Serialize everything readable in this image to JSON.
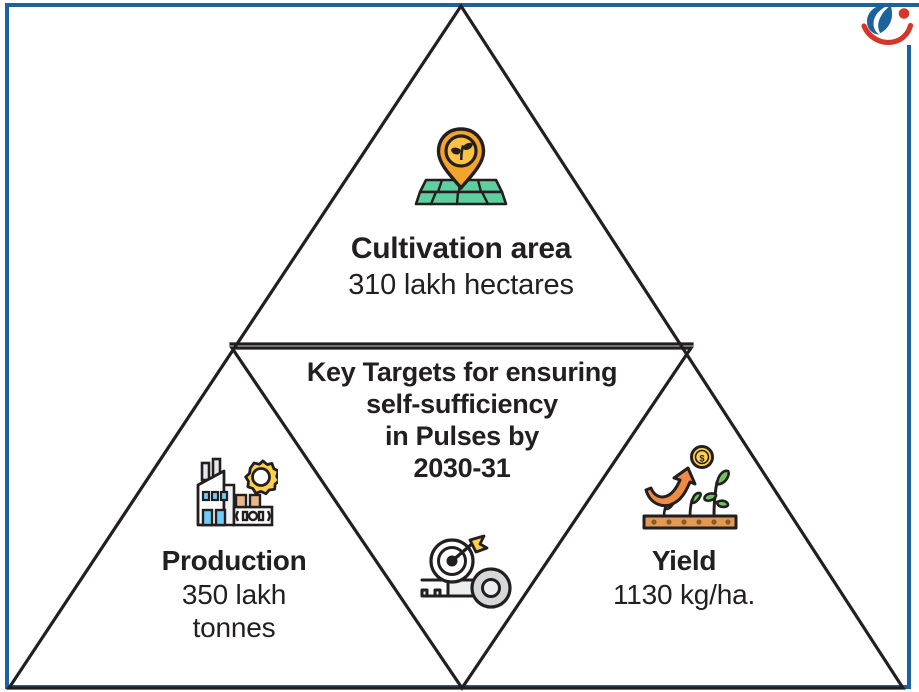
{
  "page": {
    "border_color": "#1b629e",
    "background": "#ffffff",
    "line_color": "#231f20"
  },
  "logo": {
    "name": "brand-logo",
    "blue": "#1b629e",
    "red": "#d8352a"
  },
  "center": {
    "heading_lines": [
      "Key Targets for ensuring",
      "self-sufficiency",
      "in Pulses by",
      "2030-31"
    ],
    "icon": "key-target-icon"
  },
  "segments": [
    {
      "id": "cultivation-area",
      "position": "top",
      "title": "Cultivation area",
      "value": "310 lakh hectares",
      "icon": "map-pin-field-icon"
    },
    {
      "id": "production",
      "position": "bottom-left",
      "title": "Production",
      "value_line1": "350 lakh",
      "value_line2": "tonnes",
      "value": "350 lakh tonnes",
      "icon": "factory-gear-icon"
    },
    {
      "id": "yield",
      "position": "bottom-right",
      "title": "Yield",
      "value": "1130 kg/ha.",
      "icon": "growth-arrow-plant-coin-icon"
    }
  ],
  "icon_colors": {
    "amber": "#f2a42b",
    "amber_light": "#fcc243",
    "yellow": "#ffd04a",
    "green": "#5ecfa0",
    "leaf_green": "#74c163",
    "orange": "#f08b44",
    "soil": "#e29a54",
    "soil_dark": "#8a5a2b",
    "blue_window": "#6ecff6",
    "gray": "#d5d7da",
    "gray_light": "#eceef0",
    "outline": "#231f20"
  }
}
